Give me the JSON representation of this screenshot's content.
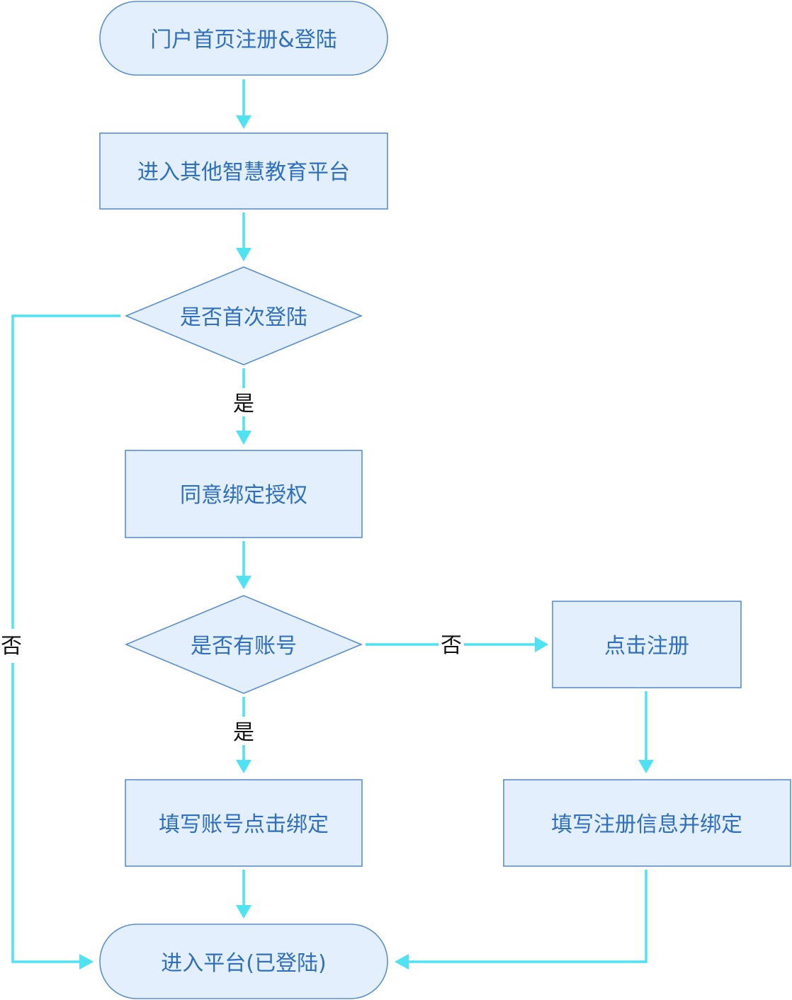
{
  "nodes": {
    "start": "门户首页注册&登陆",
    "enter_other": "进入其他智慧教育平台",
    "first_login": "是否首次登陆",
    "agree_bind": "同意绑定授权",
    "has_account": "是否有账号",
    "click_register": "点击注册",
    "fill_account_bind": "填写账号点击绑定",
    "fill_register_bind": "填写注册信息并绑定",
    "end": "进入平台(已登陆)"
  },
  "edges": {
    "yes_1": "是",
    "yes_2": "是",
    "no_left": "否",
    "no_right": "否"
  },
  "colors": {
    "node_fill": "#e3effc",
    "node_stroke": "#5b8fcf",
    "node_text": "#2f6fc0",
    "connector": "#4de3f2"
  }
}
